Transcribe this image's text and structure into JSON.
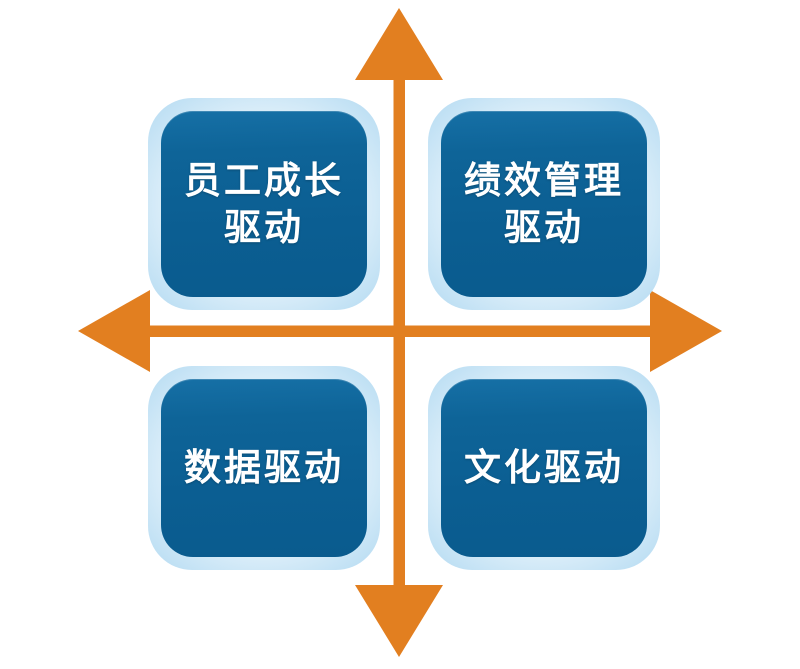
{
  "diagram": {
    "type": "quadrant-matrix",
    "axes": {
      "colors": {
        "arrow": "#e27f20"
      },
      "arrows": [
        {
          "name": "axis-arrow-up",
          "direction": "up"
        },
        {
          "name": "axis-arrow-down",
          "direction": "down"
        },
        {
          "name": "axis-arrow-left",
          "direction": "left"
        },
        {
          "name": "axis-arrow-right",
          "direction": "right"
        }
      ]
    },
    "colors": {
      "box_fill": "#0d6499",
      "box_glow": "#9dcdea",
      "box_text": "#ffffff",
      "background": "#ffffff"
    },
    "quadrants": [
      {
        "position": "top-left",
        "label": "员工成长\n驱动"
      },
      {
        "position": "top-right",
        "label": "绩效管理\n驱动"
      },
      {
        "position": "bottom-left",
        "label": "数据驱动"
      },
      {
        "position": "bottom-right",
        "label": "文化驱动"
      }
    ]
  }
}
